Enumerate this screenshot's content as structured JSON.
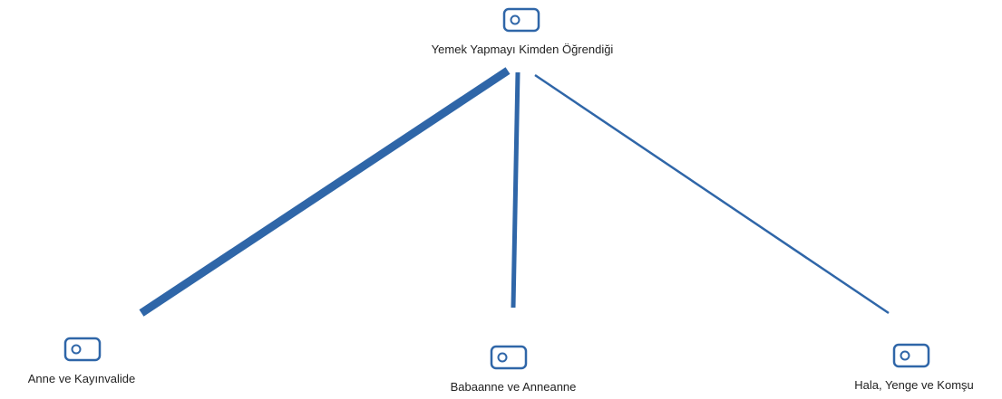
{
  "diagram": {
    "accent_color": "#2f66a8",
    "root": {
      "label": "Yemek Yapmayı Kimden Öğrendiği",
      "icon": "tag-icon"
    },
    "children": [
      {
        "label": "Anne ve Kayınvalide",
        "icon": "tag-icon"
      },
      {
        "label": "Babaanne ve Anneanne",
        "icon": "tag-icon"
      },
      {
        "label": "Hala, Yenge ve Komşu",
        "icon": "tag-icon"
      }
    ]
  }
}
